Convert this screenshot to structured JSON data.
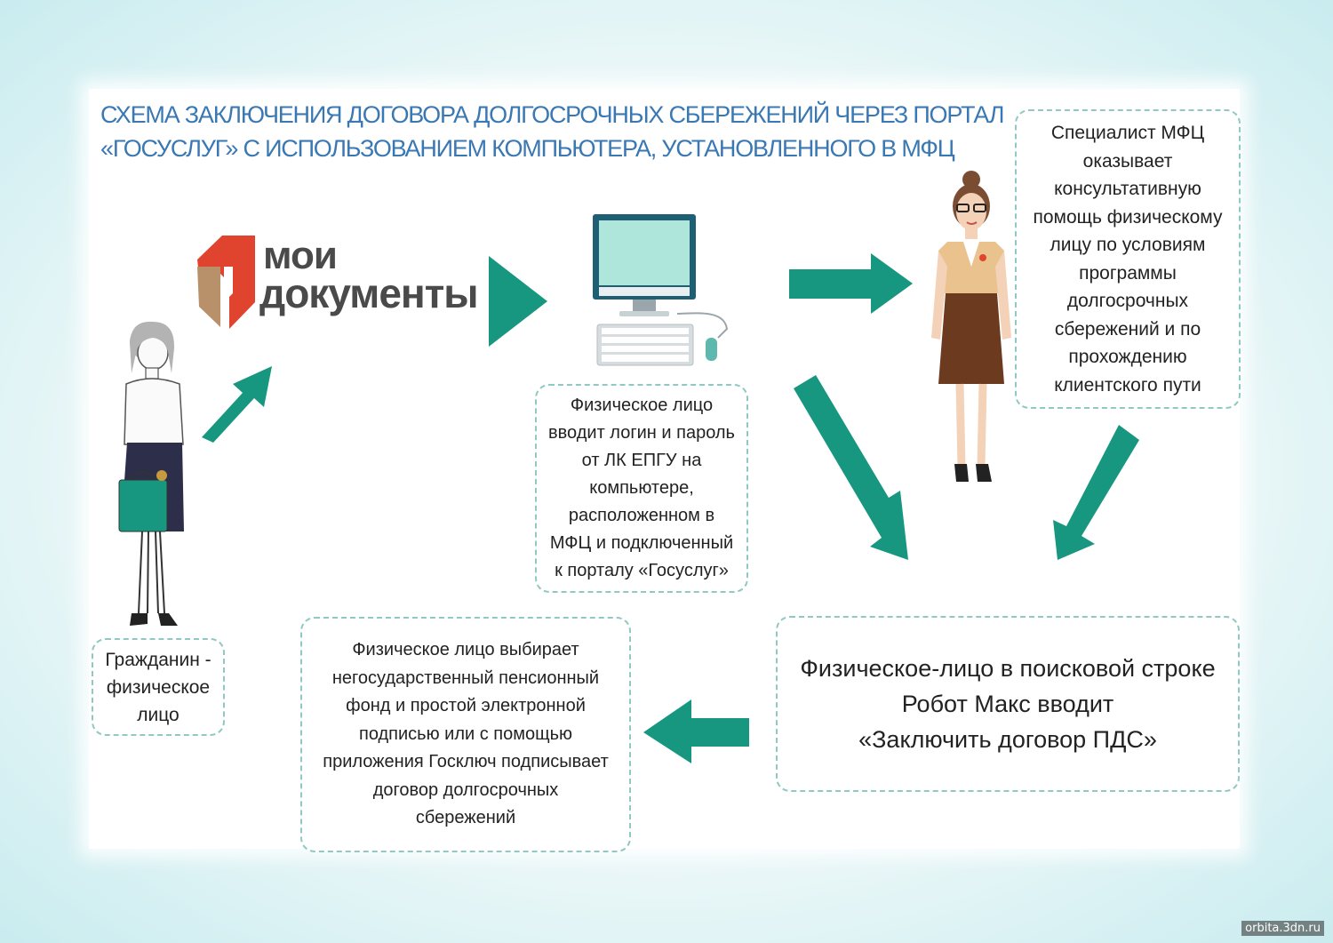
{
  "title": {
    "line1": "СХЕМА ЗАКЛЮЧЕНИЯ ДОГОВОРА ДОЛГОСРОЧНЫХ СБЕРЕЖЕНИЙ ЧЕРЕЗ ПОРТАЛ",
    "line2": "«ГОСУСЛУГ» С ИСПОЛЬЗОВАНИЕМ КОМПЬЮТЕРА, УСТАНОВЛЕННОГО В МФЦ"
  },
  "logo": {
    "line1": "мои",
    "line2": "документы"
  },
  "boxes": {
    "specialist": "Специалист МФЦ\nоказывает\nконсультативную\nпомощь физическому\nлицу по условиям\nпрограммы\nдолгосрочных\nсбережений и по\nпрохождению\nклиентского пути",
    "computer": "Физическое лицо\nвводит логин и пароль\nот ЛК ЕПГУ на\nкомпьютере,\nрасположенном в\nМФЦ и подключенный\nк порталу «Госуслуг»",
    "citizen": "Гражданин -\nфизическое\nлицо",
    "select": "Физическое лицо выбирает\nнегосударственный пенсионный\nфонд и простой электронной\nподписью или с помощью\nприложения Госключ подписывает\nдоговор долгосрочных\nсбережений",
    "robot": "Физическое-лицо в поисковой строке\nРобот Макс вводит\n«Заключить договор ПДС»"
  },
  "colors": {
    "arrow": "#17977f",
    "title": "#3a78b3",
    "box_border": "#8fc9c2",
    "logo_red": "#e0442e",
    "logo_tan": "#b8916a",
    "monitor_screen": "#aee6dc",
    "monitor_frame": "#1f5f73"
  },
  "watermark": "orbita.3dn.ru"
}
